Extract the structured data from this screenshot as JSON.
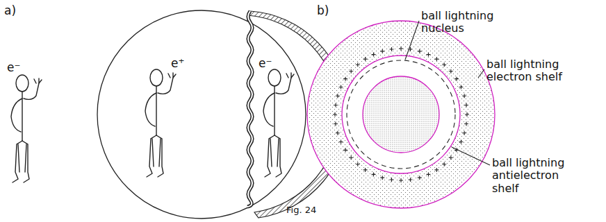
{
  "diagram": {
    "caption": "Fig. 24",
    "labels": [
      "a)",
      "b)",
      "e⁻",
      "e⁺",
      "e⁻",
      "ball lightning nucleus",
      "ball lightning electron shelf",
      "ball lightning antielectron shelf"
    ]
  }
}
